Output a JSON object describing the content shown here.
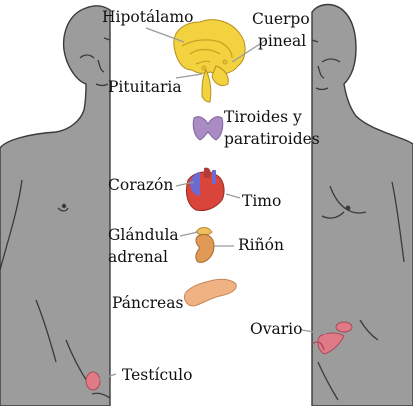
{
  "labels": {
    "hypothalamus": "Hipotálamo",
    "pineal_1": "Cuerpo",
    "pineal_2": "pineal",
    "pituitary": "Pituitaria",
    "thyroid_1": "Tiroides y",
    "thyroid_2": "paratiroides",
    "heart": "Corazón",
    "thymus": "Timo",
    "adrenal_1": "Glándula",
    "adrenal_2": "adrenal",
    "kidney": "Riñón",
    "pancreas": "Páncreas",
    "ovary": "Ovario",
    "testis": "Testículo"
  },
  "colors": {
    "body_fill": "#9c9c9c",
    "outline": "#3a3a3a",
    "brain": "#f2d23e",
    "thyroid": "#a98cc4",
    "heart": "#d9453a",
    "heart_vessels": "#6a6ad0",
    "kidney": "#e09a55",
    "pancreas": "#f0b183",
    "ovary": "#e07a86",
    "leader": "#9a9a9a"
  }
}
